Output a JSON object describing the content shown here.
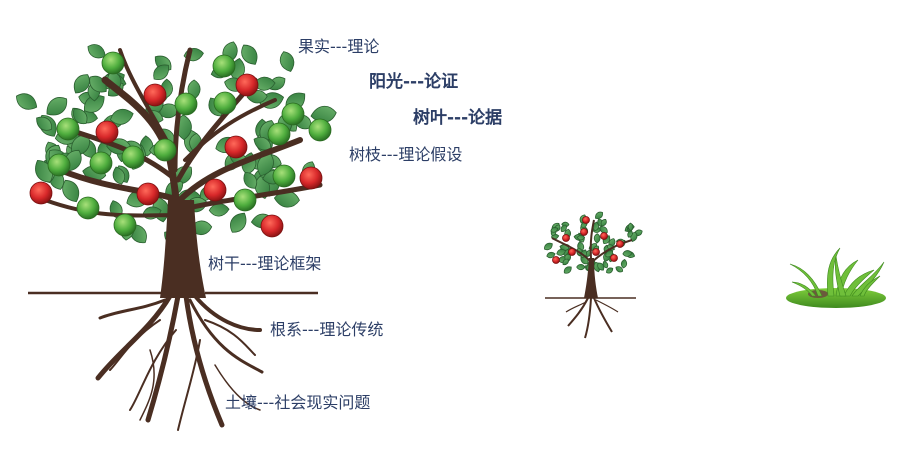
{
  "labels": {
    "fruit": "果实---理论",
    "sunlight": "阳光---论证",
    "leaves": "树叶---论据",
    "branches": "树枝---理论假设",
    "trunk": "树干---理论框架",
    "roots": "根系---理论传统",
    "soil": "土壤---社会现实问题"
  },
  "colors": {
    "label_text": "#2c3e66",
    "leaf": "#3f8f4a",
    "apple_red": "#d8282a",
    "apple_green": "#5fb84a",
    "bark": "#4a2e22",
    "grass": "#6fbf3a"
  },
  "icons": [
    "large-tree-illustration",
    "small-tree-icon",
    "grass-tuft-icon"
  ]
}
